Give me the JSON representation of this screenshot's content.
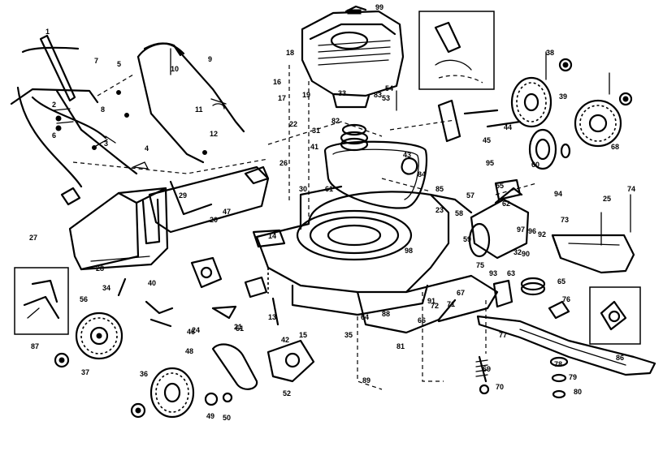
{
  "callouts": [
    {
      "text": "1"
    },
    {
      "text": "2"
    },
    {
      "text": "3"
    },
    {
      "text": "4"
    },
    {
      "text": "5"
    },
    {
      "text": "6"
    },
    {
      "text": "7"
    },
    {
      "text": "8"
    },
    {
      "text": "9"
    },
    {
      "text": "10"
    },
    {
      "text": "11"
    },
    {
      "text": "12"
    },
    {
      "text": "13"
    },
    {
      "text": "14"
    },
    {
      "text": "15"
    },
    {
      "text": "16"
    },
    {
      "text": "17"
    },
    {
      "text": "18"
    },
    {
      "text": "19"
    },
    {
      "text": "20"
    },
    {
      "text": "21"
    },
    {
      "text": "22"
    },
    {
      "text": "23"
    },
    {
      "text": "24"
    },
    {
      "text": "25"
    },
    {
      "text": "26"
    },
    {
      "text": "27"
    },
    {
      "text": "28"
    },
    {
      "text": "29"
    },
    {
      "text": "30"
    },
    {
      "text": "31"
    },
    {
      "text": "32"
    },
    {
      "text": "33"
    },
    {
      "text": "34"
    },
    {
      "text": "35"
    },
    {
      "text": "36"
    },
    {
      "text": "37"
    },
    {
      "text": "38"
    },
    {
      "text": "39"
    },
    {
      "text": "40"
    },
    {
      "text": "41"
    },
    {
      "text": "42"
    },
    {
      "text": "43"
    },
    {
      "text": "44"
    },
    {
      "text": "45"
    },
    {
      "text": "46"
    },
    {
      "text": "47"
    },
    {
      "text": "48"
    },
    {
      "text": "49"
    },
    {
      "text": "50"
    },
    {
      "text": "51"
    },
    {
      "text": "52"
    },
    {
      "text": "53"
    },
    {
      "text": "54"
    },
    {
      "text": "55"
    },
    {
      "text": "56"
    },
    {
      "text": "57"
    },
    {
      "text": "58"
    },
    {
      "text": "59"
    },
    {
      "text": "60"
    },
    {
      "text": "61"
    },
    {
      "text": "62"
    },
    {
      "text": "63"
    },
    {
      "text": "64"
    },
    {
      "text": "65"
    },
    {
      "text": "66"
    },
    {
      "text": "67"
    },
    {
      "text": "68"
    },
    {
      "text": "69"
    },
    {
      "text": "70"
    },
    {
      "text": "71"
    },
    {
      "text": "72"
    },
    {
      "text": "73"
    },
    {
      "text": "74"
    },
    {
      "text": "75"
    },
    {
      "text": "76"
    },
    {
      "text": "77"
    },
    {
      "text": "78"
    },
    {
      "text": "79"
    },
    {
      "text": "80"
    },
    {
      "text": "81"
    },
    {
      "text": "82"
    },
    {
      "text": "83"
    },
    {
      "text": "84"
    },
    {
      "text": "85"
    },
    {
      "text": "86"
    },
    {
      "text": "87"
    },
    {
      "text": "88"
    },
    {
      "text": "89"
    },
    {
      "text": "90"
    },
    {
      "text": "91"
    },
    {
      "text": "92"
    },
    {
      "text": "93"
    },
    {
      "text": "94"
    },
    {
      "text": "95"
    },
    {
      "text": "96"
    },
    {
      "text": "97"
    },
    {
      "text": "98"
    },
    {
      "text": "99"
    }
  ],
  "colors": {
    "ink": "#000000",
    "paper": "#ffffff"
  }
}
